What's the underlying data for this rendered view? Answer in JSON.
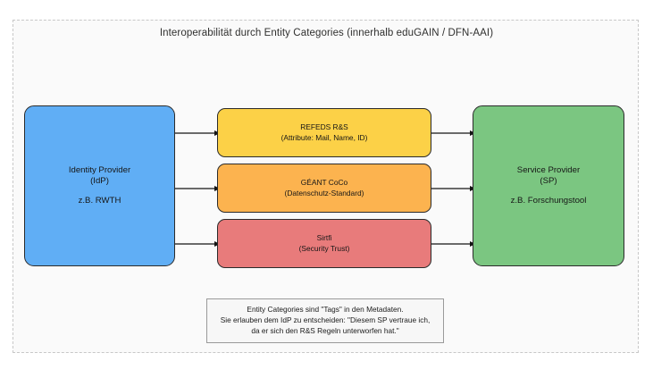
{
  "diagram": {
    "title": "Interoperabilität durch Entity Categories (innerhalb eduGAIN / DFN-AAI)",
    "nodes": {
      "idp": {
        "line1": "Identity Provider",
        "line2": "(IdP)",
        "line3": "z.B. RWTH",
        "color": "#60aef5"
      },
      "sp": {
        "line1": "Service Provider",
        "line2": "(SP)",
        "line3": "z.B. Forschungstool",
        "color": "#7bc681"
      },
      "refeds_rs": {
        "line1": "REFEDS R&S",
        "line2": "(Attribute: Mail, Name, ID)",
        "color": "#fcd147"
      },
      "geant_coco": {
        "line1": "GÉANT CoCo",
        "line2": "(Datenschutz-Standard)",
        "color": "#fcb34f"
      },
      "sirtfi": {
        "line1": "Sirtfi",
        "line2": "(Security Trust)",
        "color": "#e87b7b"
      }
    },
    "caption": {
      "line1": "Entity Categories sind \"Tags\" in den Metadaten.",
      "line2": "Sie erlauben dem IdP zu entscheiden: \"Diesem SP vertraue ich,",
      "line3": "da er sich den R&S Regeln unterworfen hat.\""
    },
    "arrows": {
      "count": 6,
      "color": "#141414",
      "description": "IdP to each entity category box, and each entity category box to SP"
    }
  }
}
